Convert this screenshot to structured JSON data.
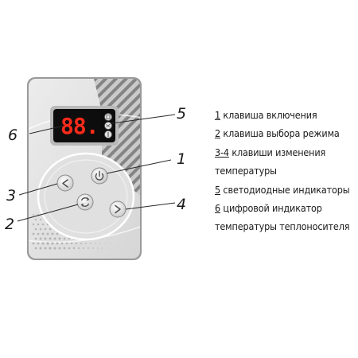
{
  "display": {
    "digits": "88."
  },
  "callouts": {
    "c1": "1",
    "c2": "2",
    "c3": "3",
    "c4": "4",
    "c5": "5",
    "c6": "6"
  },
  "legend": [
    {
      "num": "1",
      "text": " клавиша включения"
    },
    {
      "num": "2",
      "text": " клавиша выбора режима"
    },
    {
      "num": "3-4",
      "text": " клавиши изменения"
    },
    {
      "num": "",
      "text": "температуры"
    },
    {
      "num": "5",
      "text": " светодиодные индикаторы"
    },
    {
      "num": "6",
      "text": " цифровой индикатор"
    },
    {
      "num": "",
      "text": "температуры теплоносителя"
    }
  ]
}
